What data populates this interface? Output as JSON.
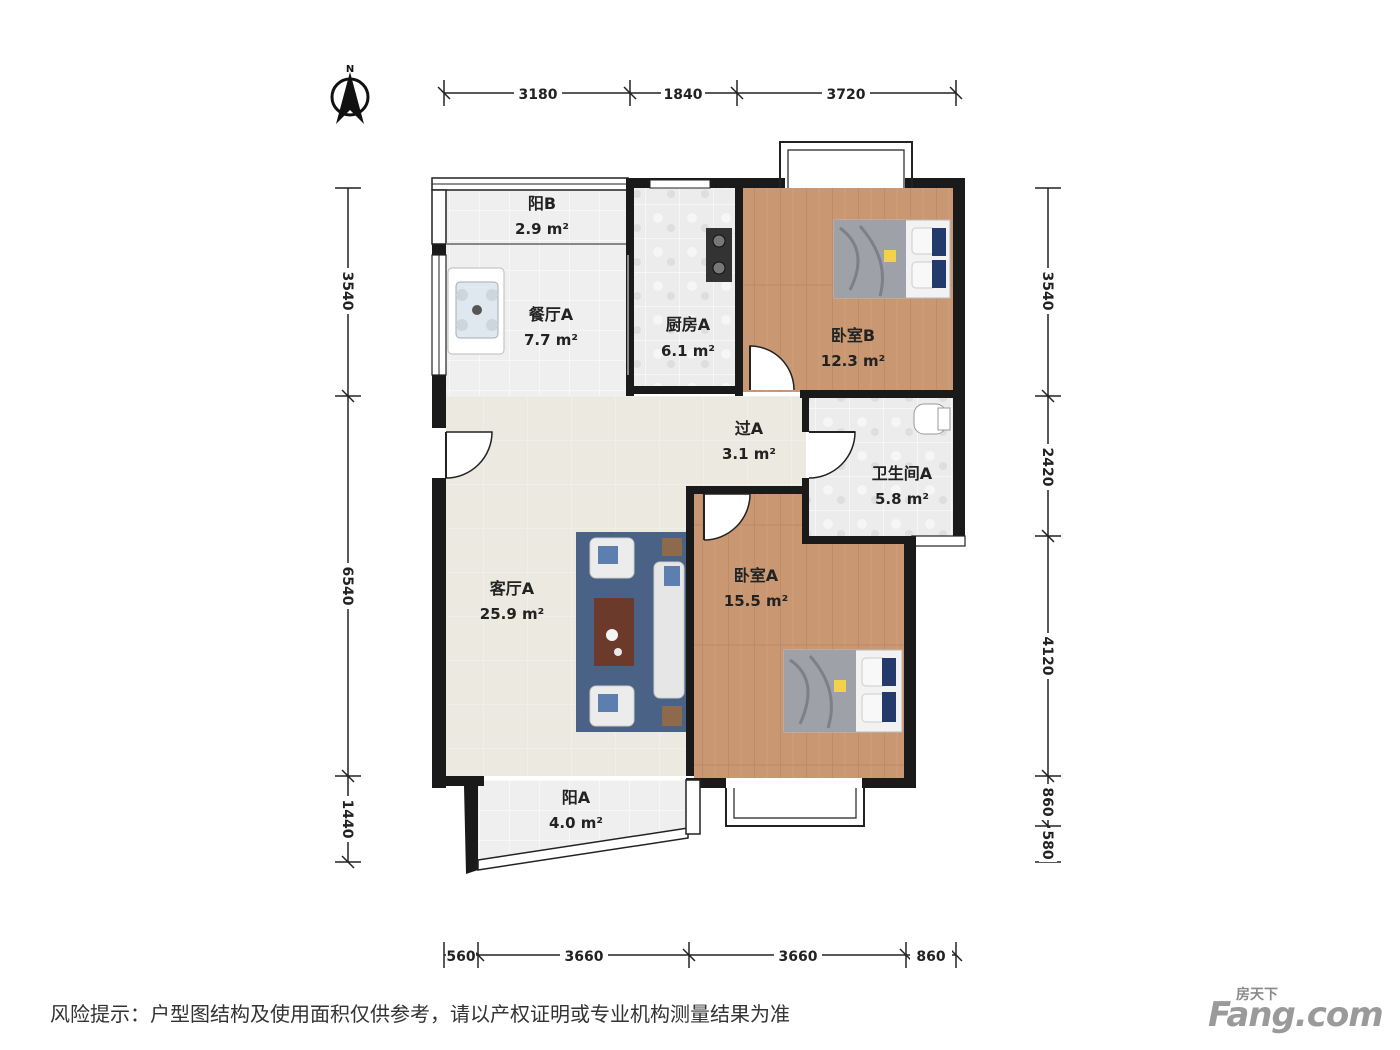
{
  "compass": {
    "label": "N"
  },
  "rooms": [
    {
      "id": "balcony-b",
      "name": "阳B",
      "area": "2.9 m²"
    },
    {
      "id": "dining-a",
      "name": "餐厅A",
      "area": "7.7 m²"
    },
    {
      "id": "kitchen-a",
      "name": "厨房A",
      "area": "6.1 m²"
    },
    {
      "id": "bedroom-b",
      "name": "卧室B",
      "area": "12.3 m²"
    },
    {
      "id": "hall-a",
      "name": "过A",
      "area": "3.1 m²"
    },
    {
      "id": "bathroom-a",
      "name": "卫生间A",
      "area": "5.8 m²"
    },
    {
      "id": "living-a",
      "name": "客厅A",
      "area": "25.9 m²"
    },
    {
      "id": "bedroom-a",
      "name": "卧室A",
      "area": "15.5 m²"
    },
    {
      "id": "balcony-a",
      "name": "阳A",
      "area": "4.0 m²"
    }
  ],
  "dimensions": {
    "top": [
      "3180",
      "1840",
      "3720"
    ],
    "bottom": [
      "560",
      "3660",
      "3660",
      "860"
    ],
    "left": [
      "3540",
      "6540",
      "1440"
    ],
    "right": [
      "3540",
      "2420",
      "4120",
      "860",
      "580"
    ]
  },
  "disclaimer": "风险提示：户型图结构及使用面积仅供参考，请以产权证明或专业机构测量结果为准",
  "brand": {
    "name": "房天下",
    "url": "Fang.com"
  },
  "colors": {
    "wood_floor": "#c99872",
    "tile_floor": "#e8e8e8",
    "living_floor": "#ece9e1",
    "wall": "#1a1a1a",
    "rug": "#4a6286"
  }
}
